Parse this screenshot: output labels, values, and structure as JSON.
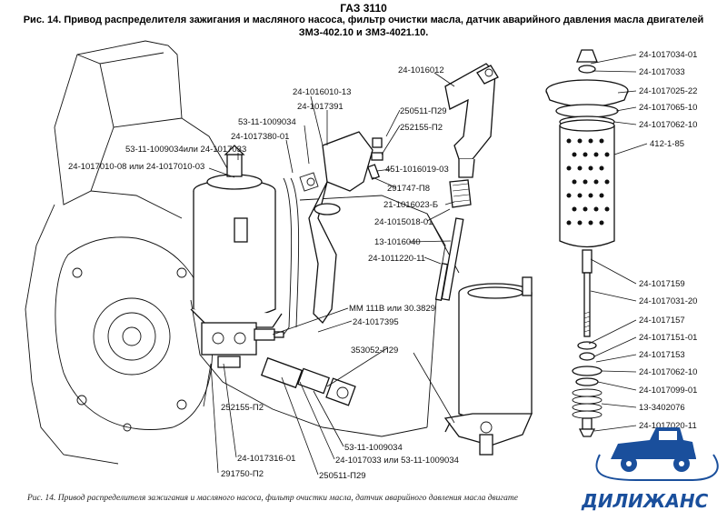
{
  "title": "ГАЗ 3110",
  "subtitle_line1": "Рис. 14. Привод распределителя зажигания и масляного насоса, фильтр очистки масла, датчик аварийного давления масла двигателей",
  "subtitle_line2": "ЗМЗ-402.10 и ЗМЗ-4021.10.",
  "caption": "Рис. 14. Привод распределителя зажигания и масляного насоса, фильтр очистки масла, датчик аварийного давления масла двигате",
  "logo": {
    "text": "ДИЛИЖАНС",
    "color": "#1a4f9c",
    "icon": "vintage-car-icon"
  },
  "labels": {
    "l01": "53-11-1009034или 24-1017033",
    "l02": "24-1017010-08 или 24-1017010-03",
    "l03": "24-1016010-13",
    "l04": "24-1017391",
    "l05": "53-11-1009034",
    "l06": "24-1017380-01",
    "l07": "24-1016012",
    "l08": "250511-П29",
    "l09": "252155-П2",
    "l10": "451-1016019-03",
    "l11": "291747-П8",
    "l12": "21-1016023-Б",
    "l13": "24-1015018-01",
    "l14": "13-1016040",
    "l15": "24-1011220-11",
    "l16": "ММ 111В или 30.3829",
    "l17": "24-1017395",
    "l18": "353052-П29",
    "l19": "252155-П2",
    "l20": "24-1017316-01",
    "l21": "291750-П2",
    "l22": "53-11-1009034",
    "l23": "24-1017033 или 53-11-1009034",
    "l24": "250511-П29",
    "r01": "24-1017034-01",
    "r02": "24-1017033",
    "r03": "24-1017025-22",
    "r04": "24-1017065-10",
    "r05": "24-1017062-10",
    "r06": "412-1-85",
    "r07": "24-1017159",
    "r08": "24-1017031-20",
    "r09": "24-1017157",
    "r10": "24-1017151-01",
    "r11": "24-1017153",
    "r12": "24-1017062-10",
    "r13": "24-1017099-01",
    "r14": "13-3402076",
    "r15": "24-1017020-11"
  }
}
